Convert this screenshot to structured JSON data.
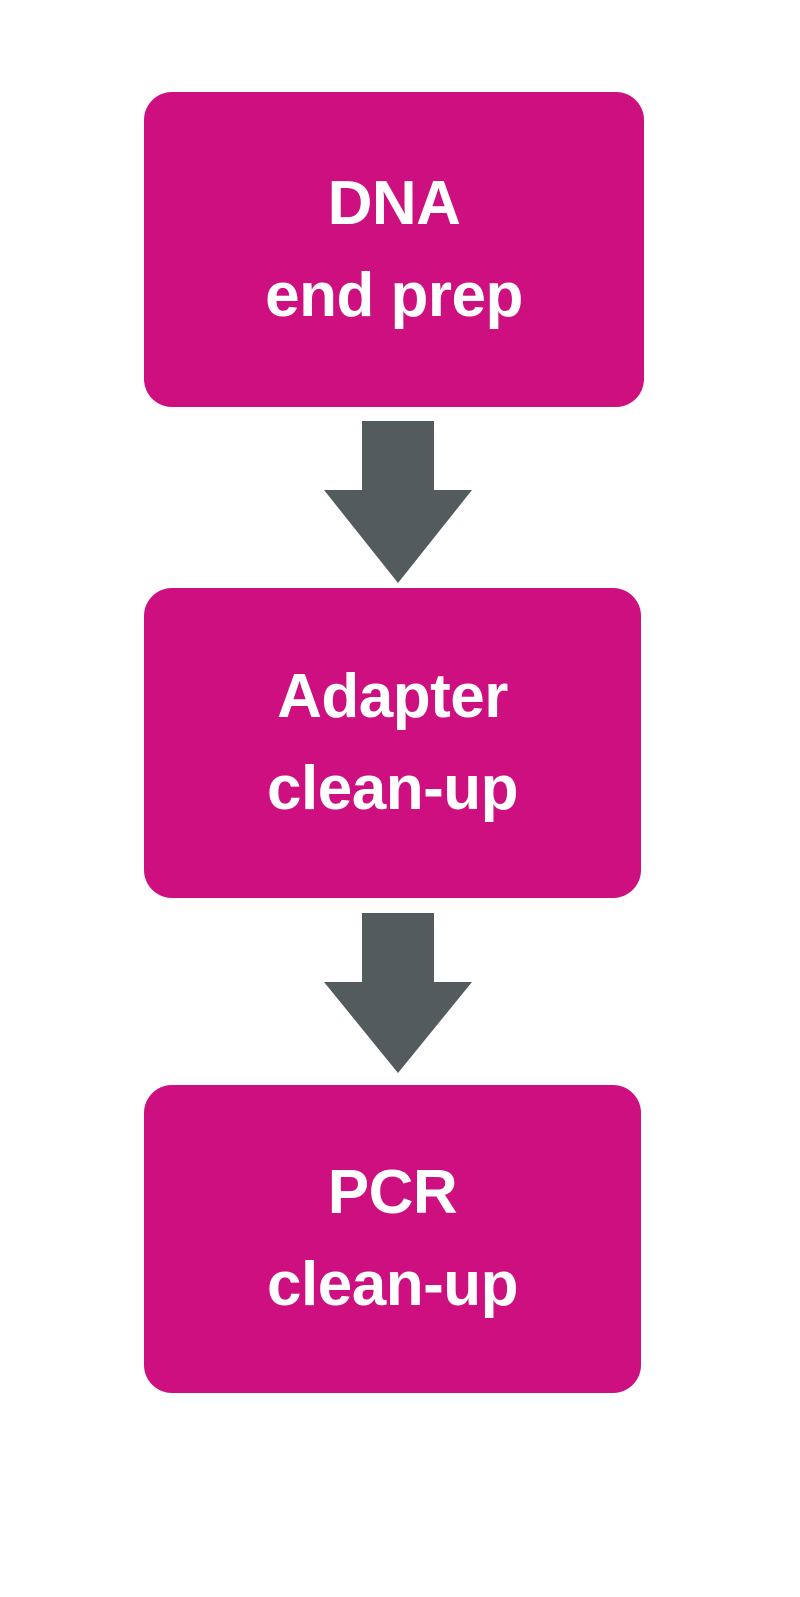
{
  "diagram": {
    "title": "DNA library preparation workflow",
    "orientation": "vertical",
    "background_color": "#ffffff",
    "box_color": "#ce0f80",
    "box_text_color": "#ffffff",
    "arrow_color": "#535b5e",
    "steps": [
      {
        "id": "dna-end-prep",
        "order": 1,
        "line1": "DNA",
        "line2": "end prep",
        "full_label": "DNA end prep"
      },
      {
        "id": "adapter-clean-up",
        "order": 2,
        "line1": "Adapter",
        "line2": "clean-up",
        "full_label": "Adapter clean-up"
      },
      {
        "id": "pcr-clean-up",
        "order": 3,
        "line1": "PCR",
        "line2": "clean-up",
        "full_label": "PCR clean-up"
      }
    ],
    "connectors": [
      {
        "id": "connector-1",
        "from": "dna-end-prep",
        "to": "adapter-clean-up",
        "icon": "arrow-down-icon",
        "direction": "down"
      },
      {
        "id": "connector-2",
        "from": "adapter-clean-up",
        "to": "pcr-clean-up",
        "icon": "arrow-down-icon",
        "direction": "down"
      }
    ]
  }
}
